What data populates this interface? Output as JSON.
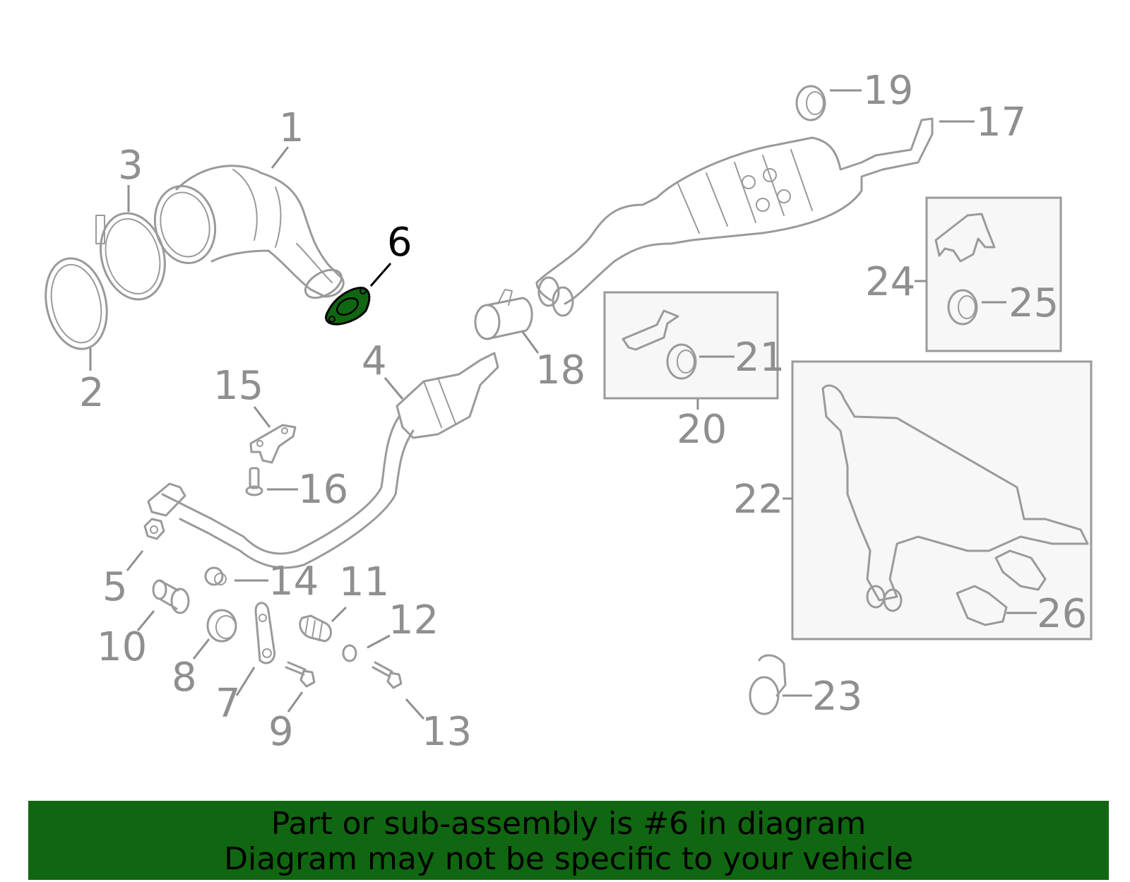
{
  "diagram": {
    "highlighted_part": "6",
    "highlight_color": "#116611",
    "line_color": "#9a9a9a",
    "callouts": [
      "1",
      "2",
      "3",
      "4",
      "5",
      "6",
      "7",
      "8",
      "9",
      "10",
      "11",
      "12",
      "13",
      "14",
      "15",
      "16",
      "17",
      "18",
      "19",
      "20",
      "21",
      "22",
      "23",
      "24",
      "25",
      "26"
    ]
  },
  "banner": {
    "line1": "Part or sub-assembly is #6 in diagram",
    "line2": "Diagram may not be specific to your vehicle",
    "background": "#116611"
  }
}
